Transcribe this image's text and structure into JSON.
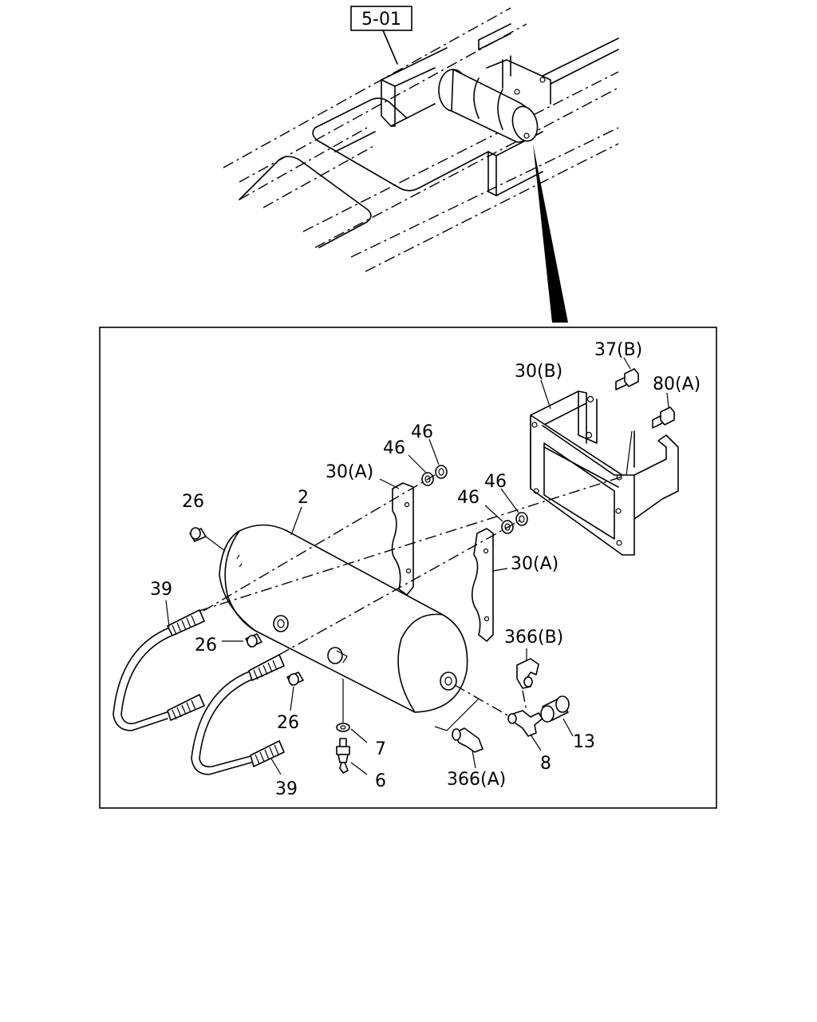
{
  "reference_box": "5-01",
  "callouts": {
    "c26a": "26",
    "c2": "2",
    "c30a1": "30(A)",
    "c46a": "46",
    "c46b": "46",
    "c46c": "46",
    "c46d": "46",
    "c30b": "30(B)",
    "c37b": "37(B)",
    "c80a": "80(A)",
    "c30a2": "30(A)",
    "c39a": "39",
    "c26b": "26",
    "c366b": "366(B)",
    "c26c": "26",
    "c13": "13",
    "c7": "7",
    "c8": "8",
    "c6": "6",
    "c39b": "39",
    "c366a": "366(A)"
  }
}
